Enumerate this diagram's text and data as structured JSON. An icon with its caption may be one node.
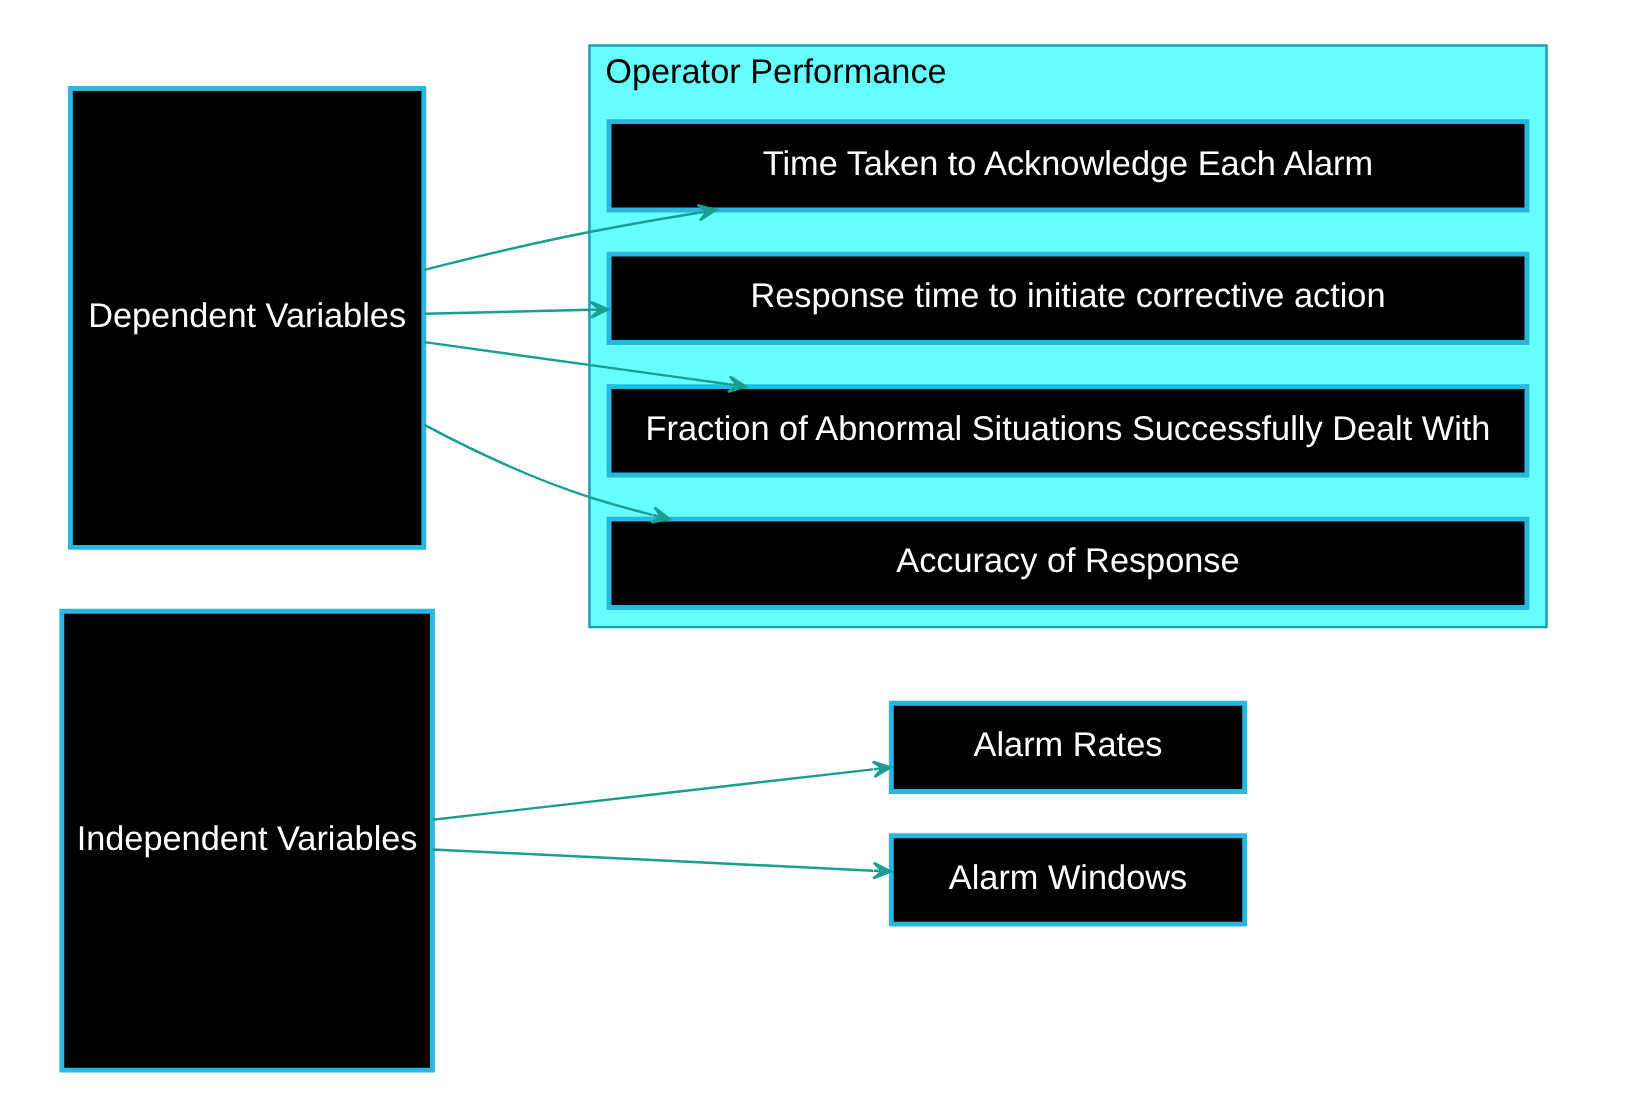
{
  "diagram": {
    "nodes": [
      {
        "text": [
          "Independent Variables"
        ]
      },
      {
        "text": [
          "Dependent Variables"
        ]
      },
      {
        "text": [
          "Alarm Rates"
        ]
      },
      {
        "text": [
          "Alarm Windows"
        ]
      },
      {
        "text": [
          "Operator Performance"
        ]
      },
      {
        "text": [
          "Time Taken to Acknowledge Each Alarm"
        ],
        "in": 4
      },
      {
        "text": [
          "Response time to initiate corrective action"
        ],
        "in": 4
      },
      {
        "text": [
          "Fraction of Abnormal Situations Successfully Dealt With"
        ],
        "in": 4
      },
      {
        "text": [
          "Accuracy of Response"
        ],
        "in": 4
      }
    ],
    "edges": [
      {
        "from": 0,
        "to": 2,
        "arrow": "to"
      },
      {
        "from": 0,
        "to": 3,
        "arrow": "to"
      },
      {
        "from": 1,
        "to": 5,
        "arrow": "to"
      },
      {
        "from": 1,
        "to": 6,
        "arrow": "to"
      },
      {
        "from": 1,
        "to": 7,
        "arrow": "to"
      },
      {
        "from": 1,
        "to": 8,
        "arrow": "to"
      }
    ]
  }
}
